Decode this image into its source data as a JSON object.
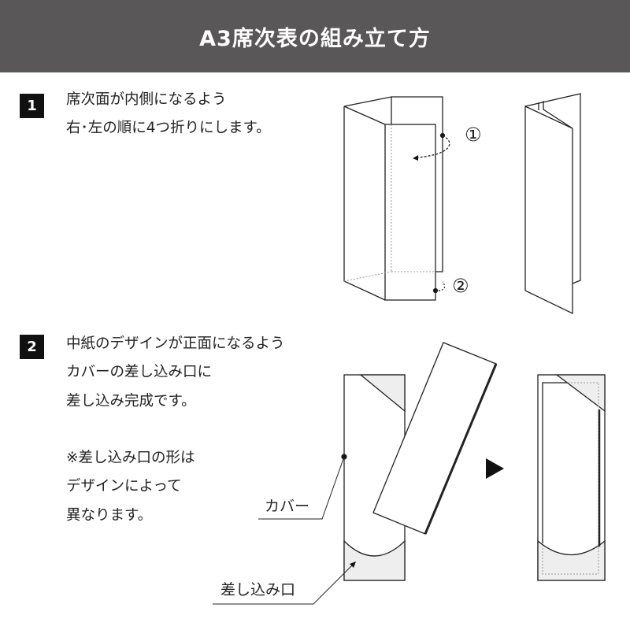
{
  "header": {
    "title": "A3席次表の組み立て方"
  },
  "steps": [
    {
      "number": "1",
      "lines": [
        "席次面が内側になるよう",
        "右･左の順に4つ折りにします。"
      ]
    },
    {
      "number": "2",
      "lines": [
        "中紙のデザインが正面になるよう",
        "カバーの差し込み口に",
        "差し込み完成です。"
      ],
      "note_lines": [
        "※差し込み口の形は",
        "デザインによって",
        "異なります。"
      ]
    }
  ],
  "diagram": {
    "fold_markers": [
      "①",
      "②"
    ],
    "labels": {
      "cover": "カバー",
      "slot": "差し込み口"
    },
    "colors": {
      "header_bg": "#595757",
      "slot_fill": "#eeeeee"
    }
  }
}
